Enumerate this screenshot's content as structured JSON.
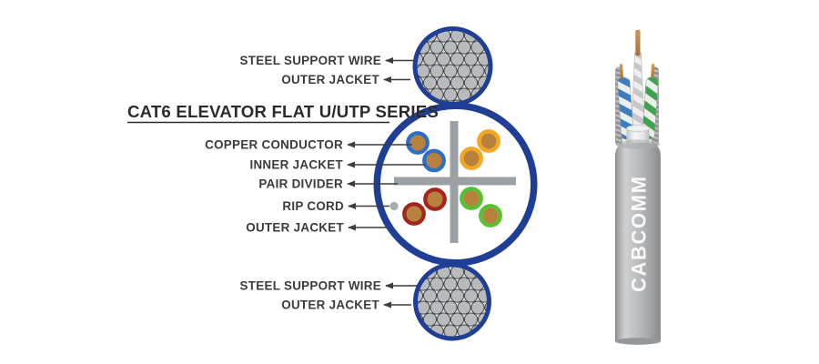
{
  "title": {
    "text": "CAT6 ELEVATOR FLAT U/UTP SERIES"
  },
  "callouts": {
    "steel_support_wire_top": "STEEL SUPPORT WIRE",
    "outer_jacket_top": "OUTER JACKET",
    "copper_conductor": "COPPER CONDUCTOR",
    "inner_jacket": "INNER JACKET",
    "pair_divider": "PAIR DIVIDER",
    "rip_cord": "RIP CORD",
    "outer_jacket_middle": "OUTER JACKET",
    "steel_support_wire_bottom": "STEEL SUPPORT WIRE",
    "outer_jacket_bottom": "OUTER JACKET"
  },
  "colors": {
    "outline_navy": "#1f3e96",
    "divider_gray": "#9aa0a3",
    "steel_gray": "#b9babc",
    "copper": "#b8813e",
    "pair_blue": "#2f6ec5",
    "pair_orange": "#f4a71f",
    "pair_red": "#a3261c",
    "pair_green": "#56c135",
    "ripcord_gray": "#a9abad",
    "arrow_dark": "#3c3c3e"
  },
  "cable_photo": {
    "brand": "CABCOMM"
  }
}
